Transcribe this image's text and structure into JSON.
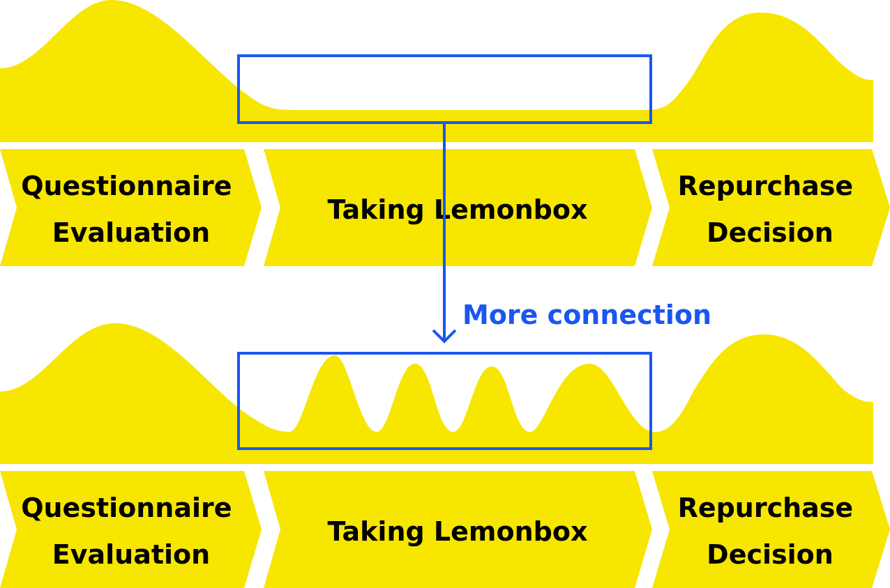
{
  "colors": {
    "yellow": "#F7E600",
    "blue": "#1A56F0",
    "text": "#000000",
    "background": "#FFFFFF"
  },
  "top_diagram": {
    "stages": [
      {
        "lines": [
          "Questionnaire",
          "Evaluation"
        ]
      },
      {
        "lines": [
          "Taking Lemonbox"
        ]
      },
      {
        "lines": [
          "Repurchase",
          "Decision"
        ]
      }
    ]
  },
  "annotation": {
    "label": "More connection"
  },
  "bottom_diagram": {
    "stages": [
      {
        "lines": [
          "Questionnaire",
          "Evaluation"
        ]
      },
      {
        "lines": [
          "Taking Lemonbox"
        ]
      },
      {
        "lines": [
          "Repurchase",
          "Decision"
        ]
      }
    ]
  }
}
